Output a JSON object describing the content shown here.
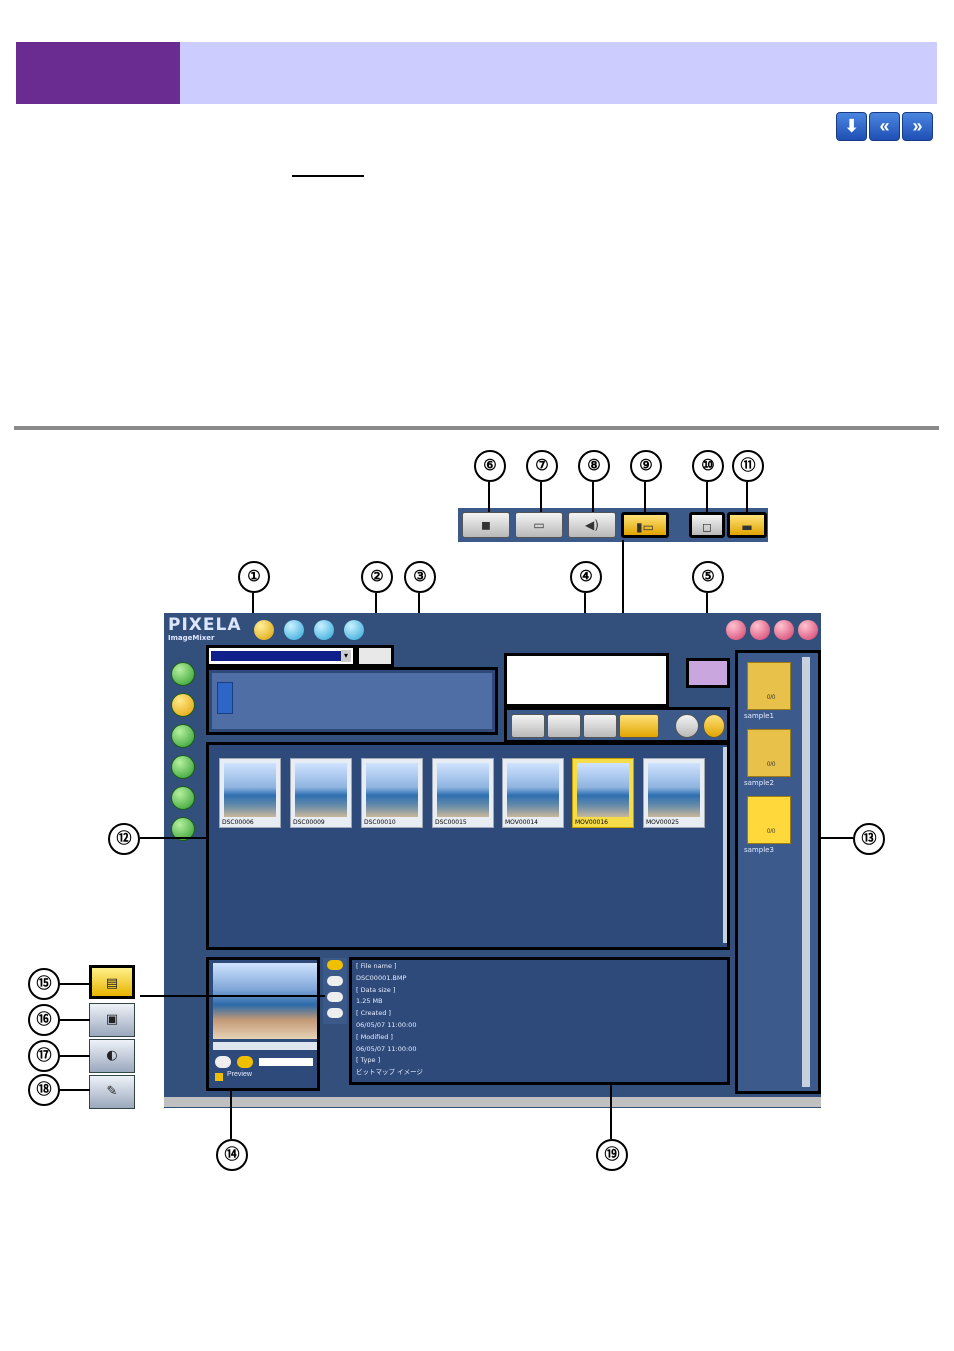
{
  "nav": {
    "down_icon": "down-arrow-icon",
    "prev_icon": "double-left-chevron-icon",
    "next_icon": "double-right-chevron-icon",
    "down_glyph": "⬇",
    "prev_glyph": "«",
    "next_glyph": "»"
  },
  "callouts": [
    "①",
    "②",
    "③",
    "④",
    "⑤",
    "⑥",
    "⑦",
    "⑧",
    "⑨",
    "⑩",
    "⑪",
    "⑫",
    "⑬",
    "⑭",
    "⑮",
    "⑯",
    "⑰",
    "⑱",
    "⑲"
  ],
  "app": {
    "logo": "PIXELA",
    "logo_sub": "ImageMixer",
    "thumbnails": [
      {
        "name": "DSC00006",
        "selected": false
      },
      {
        "name": "DSC00009",
        "selected": false
      },
      {
        "name": "DSC00010",
        "selected": false
      },
      {
        "name": "DSC00015",
        "selected": false
      },
      {
        "name": "MOV00014",
        "selected": false
      },
      {
        "name": "MOV00016",
        "selected": true
      },
      {
        "name": "MOV00025",
        "selected": false
      }
    ],
    "albums": [
      "sample1",
      "sample2",
      "sample3"
    ],
    "album_count": "0/0",
    "preview_label": "Preview",
    "info_lines": [
      "[ File name ]",
      "DSC00001.BMP",
      "[ Data size ]",
      "1.25 MB",
      "[ Created ]",
      "06/05/07 11:00:00",
      "[ Modified ]",
      "06/05/07 11:00:00",
      "[ Type ]",
      "ビットマップ イメージ"
    ]
  },
  "colors": {
    "header_left": "#6a2c91",
    "header_right": "#ccccff",
    "app_bg": "#33507c",
    "selected": "#f5dd4a"
  }
}
